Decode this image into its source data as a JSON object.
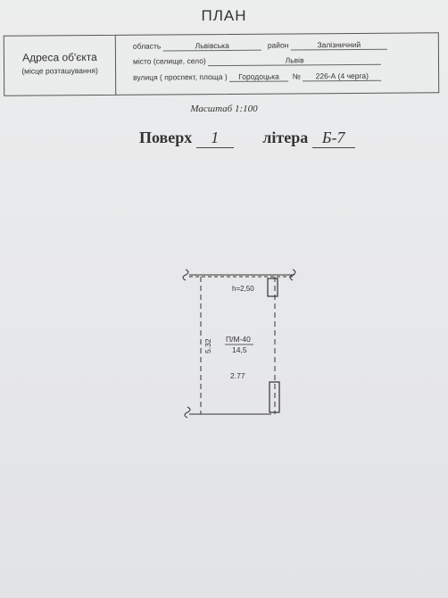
{
  "title": "ПЛАН",
  "address": {
    "heading": "Адреса об'єкта",
    "subheading": "(місце розташування)",
    "oblast_label": "область",
    "oblast_value": "Львівська",
    "raion_label": "район",
    "raion_value": "Залізничний",
    "misto_label": "місто (селище, село)",
    "misto_value": "Львів",
    "vulytsia_label": "вулиця ( проспект, площа )",
    "vulytsia_value": "Городоцька",
    "number_label": "№",
    "number_value": "226-А (4 черга)"
  },
  "scale": "Масштаб 1:100",
  "floor": {
    "label": "Поверх",
    "value": "1",
    "litera_label": "літера",
    "litera_value": "Б-7"
  },
  "plan": {
    "height_label": "h=2,50",
    "room_name": "П/М-40",
    "room_area": "14,5",
    "side_dim": "5.32",
    "width_dim": "2.77"
  }
}
